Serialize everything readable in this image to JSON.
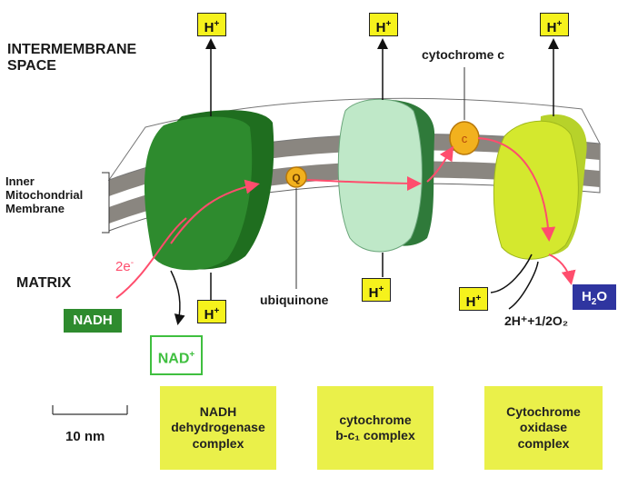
{
  "labels": {
    "intermembrane_line1": "INTERMEMBRANE",
    "intermembrane_line2": "SPACE",
    "inner_line1": "Inner",
    "inner_line2": "Mitochondrial",
    "inner_line3": "Membrane",
    "matrix": "MATRIX",
    "cytochrome_c": "cytochrome c",
    "ubiquinone": "ubiquinone",
    "electrons": "2e",
    "electrons_sup": "-",
    "q_mark": "Q",
    "c_mark": "c",
    "scale_bar": "10 nm"
  },
  "protons": {
    "text": "H",
    "sup": "+"
  },
  "molecules": {
    "nadh": "NADH",
    "nad_base": "NAD",
    "nad_sup": "+",
    "h2o_h": "H",
    "h2o_sub": "2",
    "h2o_o": "O",
    "reaction": "2H⁺+1/2O₂"
  },
  "captions": [
    {
      "line1": "NADH",
      "line2": "dehydrogenase",
      "line3": "complex"
    },
    {
      "line1": "cytochrome",
      "line2": "b-c₁ complex",
      "line3": ""
    },
    {
      "line1": "Cytochrome",
      "line2": "oxidase",
      "line3": "complex"
    }
  ],
  "colors": {
    "complex1": "#2e8b2e",
    "complex2": "#bfe8c8",
    "complex3": "#d4e82e",
    "membrane": "#8a8680",
    "caption_bg": "#eaf04a",
    "proton_box": "#f6f21c",
    "electron_path": "#ff4d6d",
    "h2o_box": "#2f35a0"
  }
}
